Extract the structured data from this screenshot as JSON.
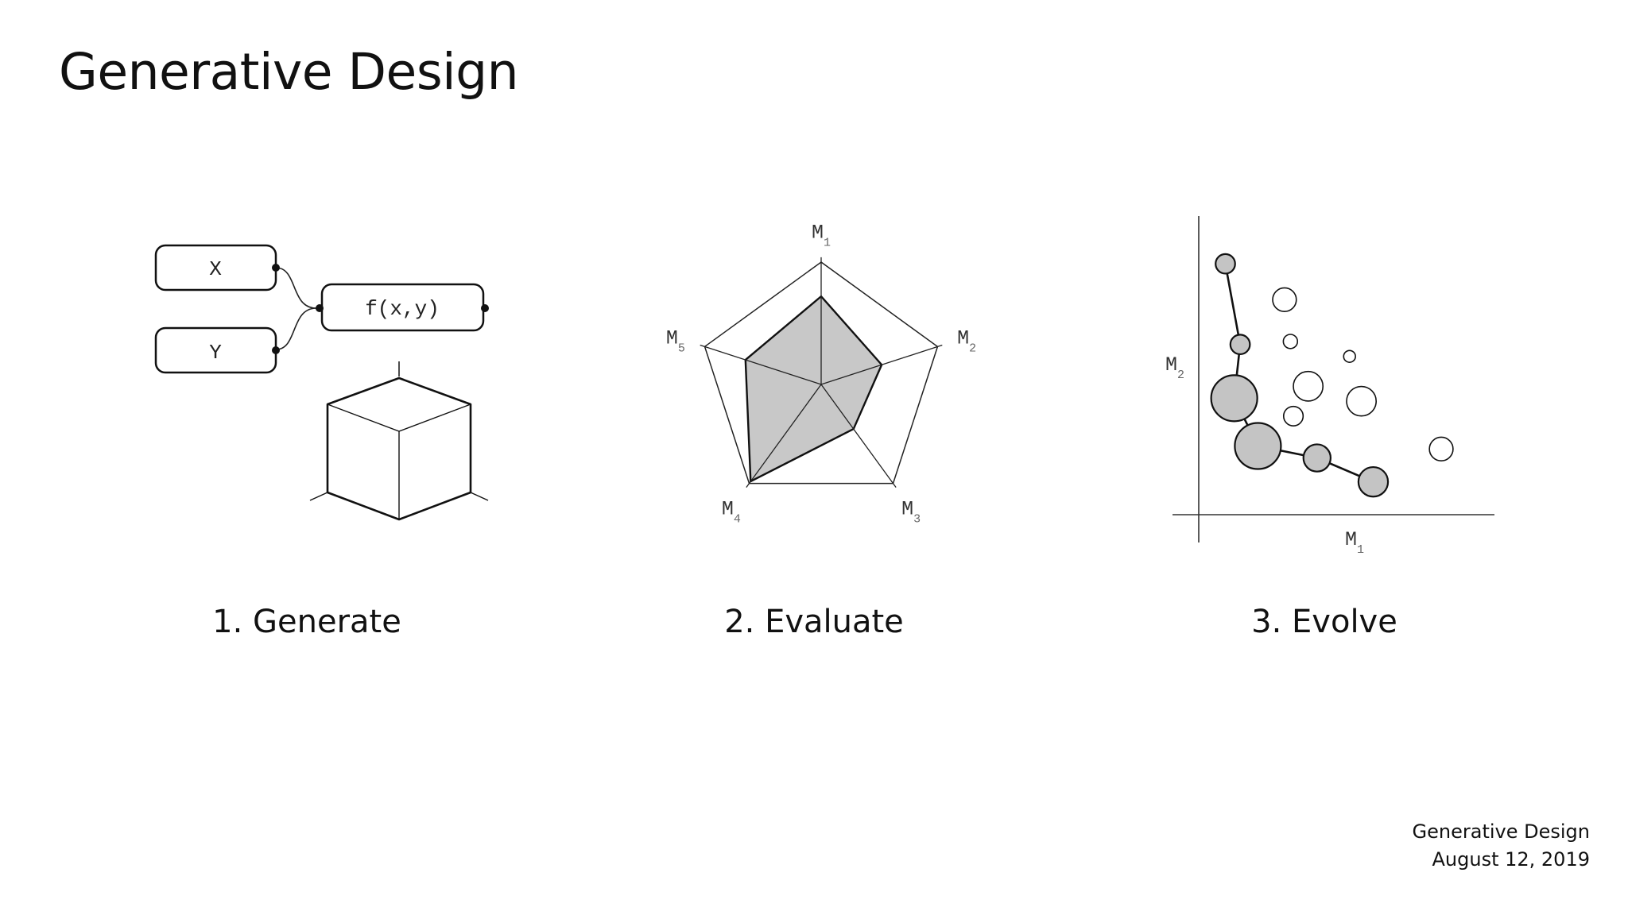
{
  "slide": {
    "title": "Generative Design"
  },
  "steps": [
    {
      "caption": "1. Generate"
    },
    {
      "caption": "2. Evaluate"
    },
    {
      "caption": "3. Evolve"
    }
  ],
  "generate": {
    "input_x": "X",
    "input_y": "Y",
    "function": "f(x,y)"
  },
  "evaluate": {
    "axes": [
      {
        "base": "M",
        "sub": "1"
      },
      {
        "base": "M",
        "sub": "2"
      },
      {
        "base": "M",
        "sub": "3"
      },
      {
        "base": "M",
        "sub": "4"
      },
      {
        "base": "M",
        "sub": "5"
      }
    ],
    "values": [
      0.72,
      0.52,
      0.45,
      0.98,
      0.65
    ]
  },
  "evolve": {
    "x_axis": {
      "base": "M",
      "sub": "1"
    },
    "y_axis": {
      "base": "M",
      "sub": "2"
    },
    "front_points": [
      {
        "x": 0.09,
        "y": 0.84,
        "r": 0.033
      },
      {
        "x": 0.14,
        "y": 0.57,
        "r": 0.033
      },
      {
        "x": 0.12,
        "y": 0.39,
        "r": 0.078
      },
      {
        "x": 0.2,
        "y": 0.23,
        "r": 0.078
      },
      {
        "x": 0.4,
        "y": 0.19,
        "r": 0.046
      },
      {
        "x": 0.59,
        "y": 0.11,
        "r": 0.05
      }
    ],
    "other_points": [
      {
        "x": 0.29,
        "y": 0.72,
        "r": 0.04
      },
      {
        "x": 0.31,
        "y": 0.58,
        "r": 0.024
      },
      {
        "x": 0.51,
        "y": 0.53,
        "r": 0.02
      },
      {
        "x": 0.37,
        "y": 0.43,
        "r": 0.05
      },
      {
        "x": 0.55,
        "y": 0.38,
        "r": 0.05
      },
      {
        "x": 0.32,
        "y": 0.33,
        "r": 0.033
      },
      {
        "x": 0.82,
        "y": 0.22,
        "r": 0.04
      }
    ]
  },
  "footer": {
    "line1": "Generative Design",
    "line2": "August 12, 2019"
  }
}
